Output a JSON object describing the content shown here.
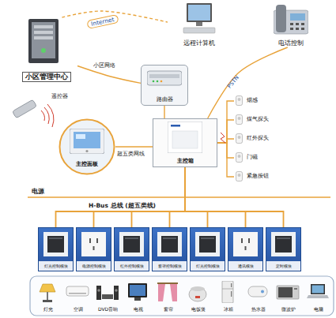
{
  "diagram": {
    "nodes": [
      {
        "text": [
          "远程计算机"
        ]
      },
      {
        "text": [
          "电话控制"
        ]
      },
      {
        "text": [
          "小区管理中心"
        ]
      },
      {
        "text": [
          "路由器"
        ]
      },
      {
        "text": [
          "遥控器"
        ]
      },
      {
        "text": [
          "主控面板"
        ]
      },
      {
        "text": [
          "主控箱"
        ]
      },
      {
        "text": [
          "烟感"
        ]
      },
      {
        "text": [
          "煤气探头"
        ]
      },
      {
        "text": [
          "红外探头"
        ]
      },
      {
        "text": [
          "门磁"
        ]
      },
      {
        "text": [
          "紧急按钮"
        ]
      },
      {
        "text": [
          "灯光控制模块"
        ]
      },
      {
        "text": [
          "电源控制模块"
        ]
      },
      {
        "text": [
          "红外控制模块"
        ]
      },
      {
        "text": [
          "窗帘控制模块"
        ]
      },
      {
        "text": [
          "灯光控制模块"
        ]
      },
      {
        "text": [
          "通讯模块"
        ]
      },
      {
        "text": [
          "定时模块"
        ]
      },
      {
        "text": [
          "灯光"
        ]
      },
      {
        "text": [
          "空调"
        ]
      },
      {
        "text": [
          "DVD音响"
        ]
      },
      {
        "text": [
          "电视"
        ]
      },
      {
        "text": [
          "窗帘"
        ]
      },
      {
        "text": [
          "电饭煲"
        ]
      },
      {
        "text": [
          "冰箱"
        ]
      },
      {
        "text": [
          "热水器"
        ]
      },
      {
        "text": [
          "微波炉"
        ]
      },
      {
        "text": [
          "电脑"
        ]
      }
    ],
    "edges": [
      {
        "from": 2,
        "to": 0,
        "label": "Internet",
        "arrow": "none"
      },
      {
        "from": 2,
        "to": 3,
        "label": "小区网络",
        "arrow": "none"
      },
      {
        "from": 3,
        "to": 6,
        "arrow": "none"
      },
      {
        "from": 6,
        "to": 1,
        "label": "PSTN",
        "arrow": "none"
      },
      {
        "from": 5,
        "to": 6,
        "label": "超五类网线",
        "arrow": "none"
      },
      {
        "from": 6,
        "to": 7,
        "arrow": "none"
      },
      {
        "from": 6,
        "to": 8,
        "arrow": "none"
      },
      {
        "from": 6,
        "to": 9,
        "arrow": "none"
      },
      {
        "from": 6,
        "to": 10,
        "arrow": "none"
      },
      {
        "from": 6,
        "to": 11,
        "arrow": "none"
      },
      {
        "from": 6,
        "to": 12,
        "arrow": "none"
      },
      {
        "from": 6,
        "to": 13,
        "arrow": "none"
      },
      {
        "from": 6,
        "to": 14,
        "arrow": "none"
      },
      {
        "from": 6,
        "to": 15,
        "arrow": "none"
      },
      {
        "from": 6,
        "to": 16,
        "arrow": "none"
      },
      {
        "from": 6,
        "to": 17,
        "arrow": "none"
      },
      {
        "from": 6,
        "to": 18,
        "arrow": "none"
      }
    ],
    "labels": [
      "电源",
      "H-Bus 总线 (超五类线)"
    ]
  }
}
